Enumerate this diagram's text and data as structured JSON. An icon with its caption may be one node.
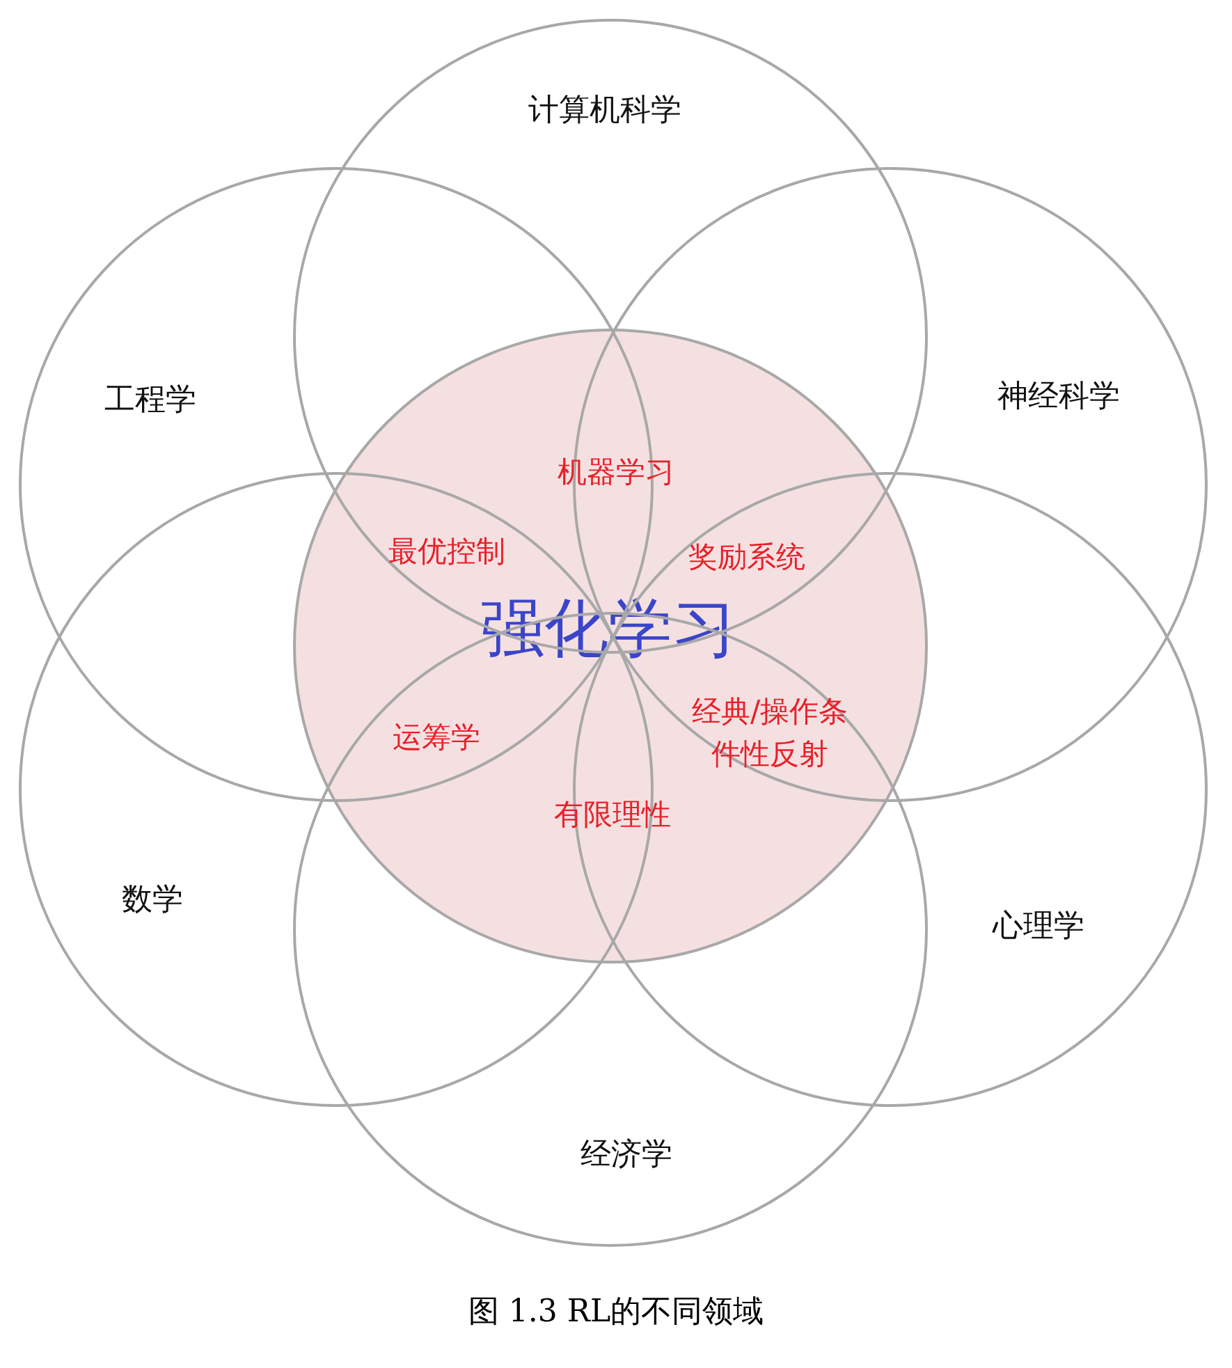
{
  "diagram": {
    "caption": "图 1.3 RL的不同领域",
    "nodes": [
      {
        "text": [
          "强化学习"
        ]
      },
      {
        "text": [
          "计算机科学"
        ]
      },
      {
        "text": [
          "神经科学"
        ]
      },
      {
        "text": [
          "心理学"
        ]
      },
      {
        "text": [
          "经济学"
        ]
      },
      {
        "text": [
          "数学"
        ]
      },
      {
        "text": [
          "工程学"
        ]
      }
    ],
    "edges": [],
    "labels": [
      "机器学习",
      "最优控制",
      "奖励系统",
      "经典/操作条件性反射",
      "运筹学",
      "有限理性"
    ]
  }
}
